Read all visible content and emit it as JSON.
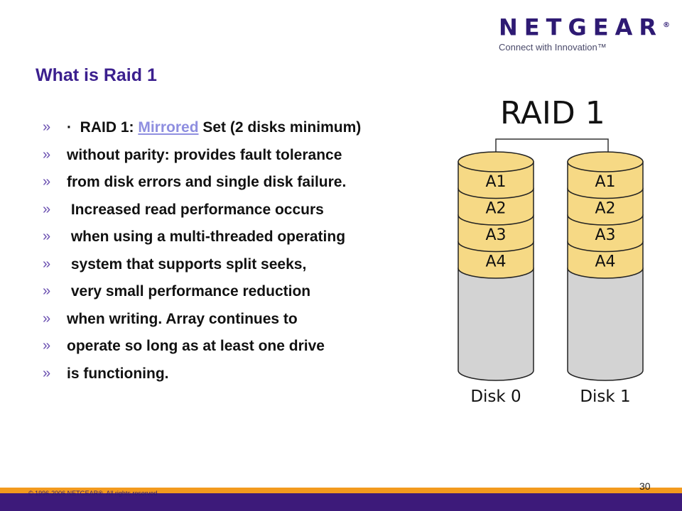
{
  "brand": {
    "name": "NETGEAR",
    "registered": "®",
    "tagline": "Connect with Innovation™"
  },
  "slide": {
    "title": "What is Raid 1",
    "bullet_marker": "»",
    "bullets": [
      {
        "before": "·  RAID 1: ",
        "link": "Mirrored",
        "after": " Set (2 disks minimum)"
      },
      {
        "before": "without parity: provides fault tolerance"
      },
      {
        "before": "from disk errors and single disk failure."
      },
      {
        "before": " Increased read performance occurs"
      },
      {
        "before": " when using a multi-threaded operating"
      },
      {
        "before": " system that supports split seeks,"
      },
      {
        "before": " very small performance reduction"
      },
      {
        "before": "when writing. Array continues to"
      },
      {
        "before": "operate so long as at least one drive"
      },
      {
        "before": "is functioning."
      }
    ]
  },
  "diagram": {
    "title": "RAID 1",
    "disks": [
      {
        "label": "Disk 0",
        "blocks": [
          "A1",
          "A2",
          "A3",
          "A4"
        ]
      },
      {
        "label": "Disk 1",
        "blocks": [
          "A1",
          "A2",
          "A3",
          "A4"
        ]
      }
    ],
    "colors": {
      "block": "#f6d985",
      "body": "#d3d3d3",
      "stroke": "#222222"
    }
  },
  "footer": {
    "copyright": "© 1996-2006 NETGEAR®. All rights reserved",
    "page_number": "30"
  },
  "colors": {
    "title": "#3b1f8e",
    "footer_bar": "#3d1a7a",
    "footer_stripe": "#f39a1e"
  }
}
